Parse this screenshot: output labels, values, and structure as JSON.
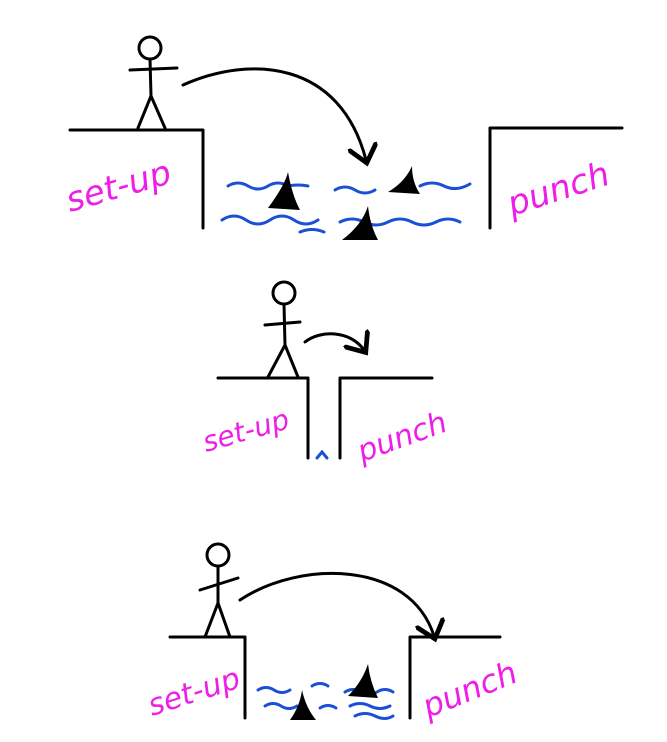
{
  "scenes": [
    {
      "setup_label": "set-up",
      "punch_label": "punch"
    },
    {
      "setup_label": "set-up",
      "punch_label": "punch"
    },
    {
      "setup_label": "set-up",
      "punch_label": "punch"
    }
  ],
  "colors": {
    "ink": "#000000",
    "water": "#1a4fd6",
    "label": "#ee1ee8"
  }
}
